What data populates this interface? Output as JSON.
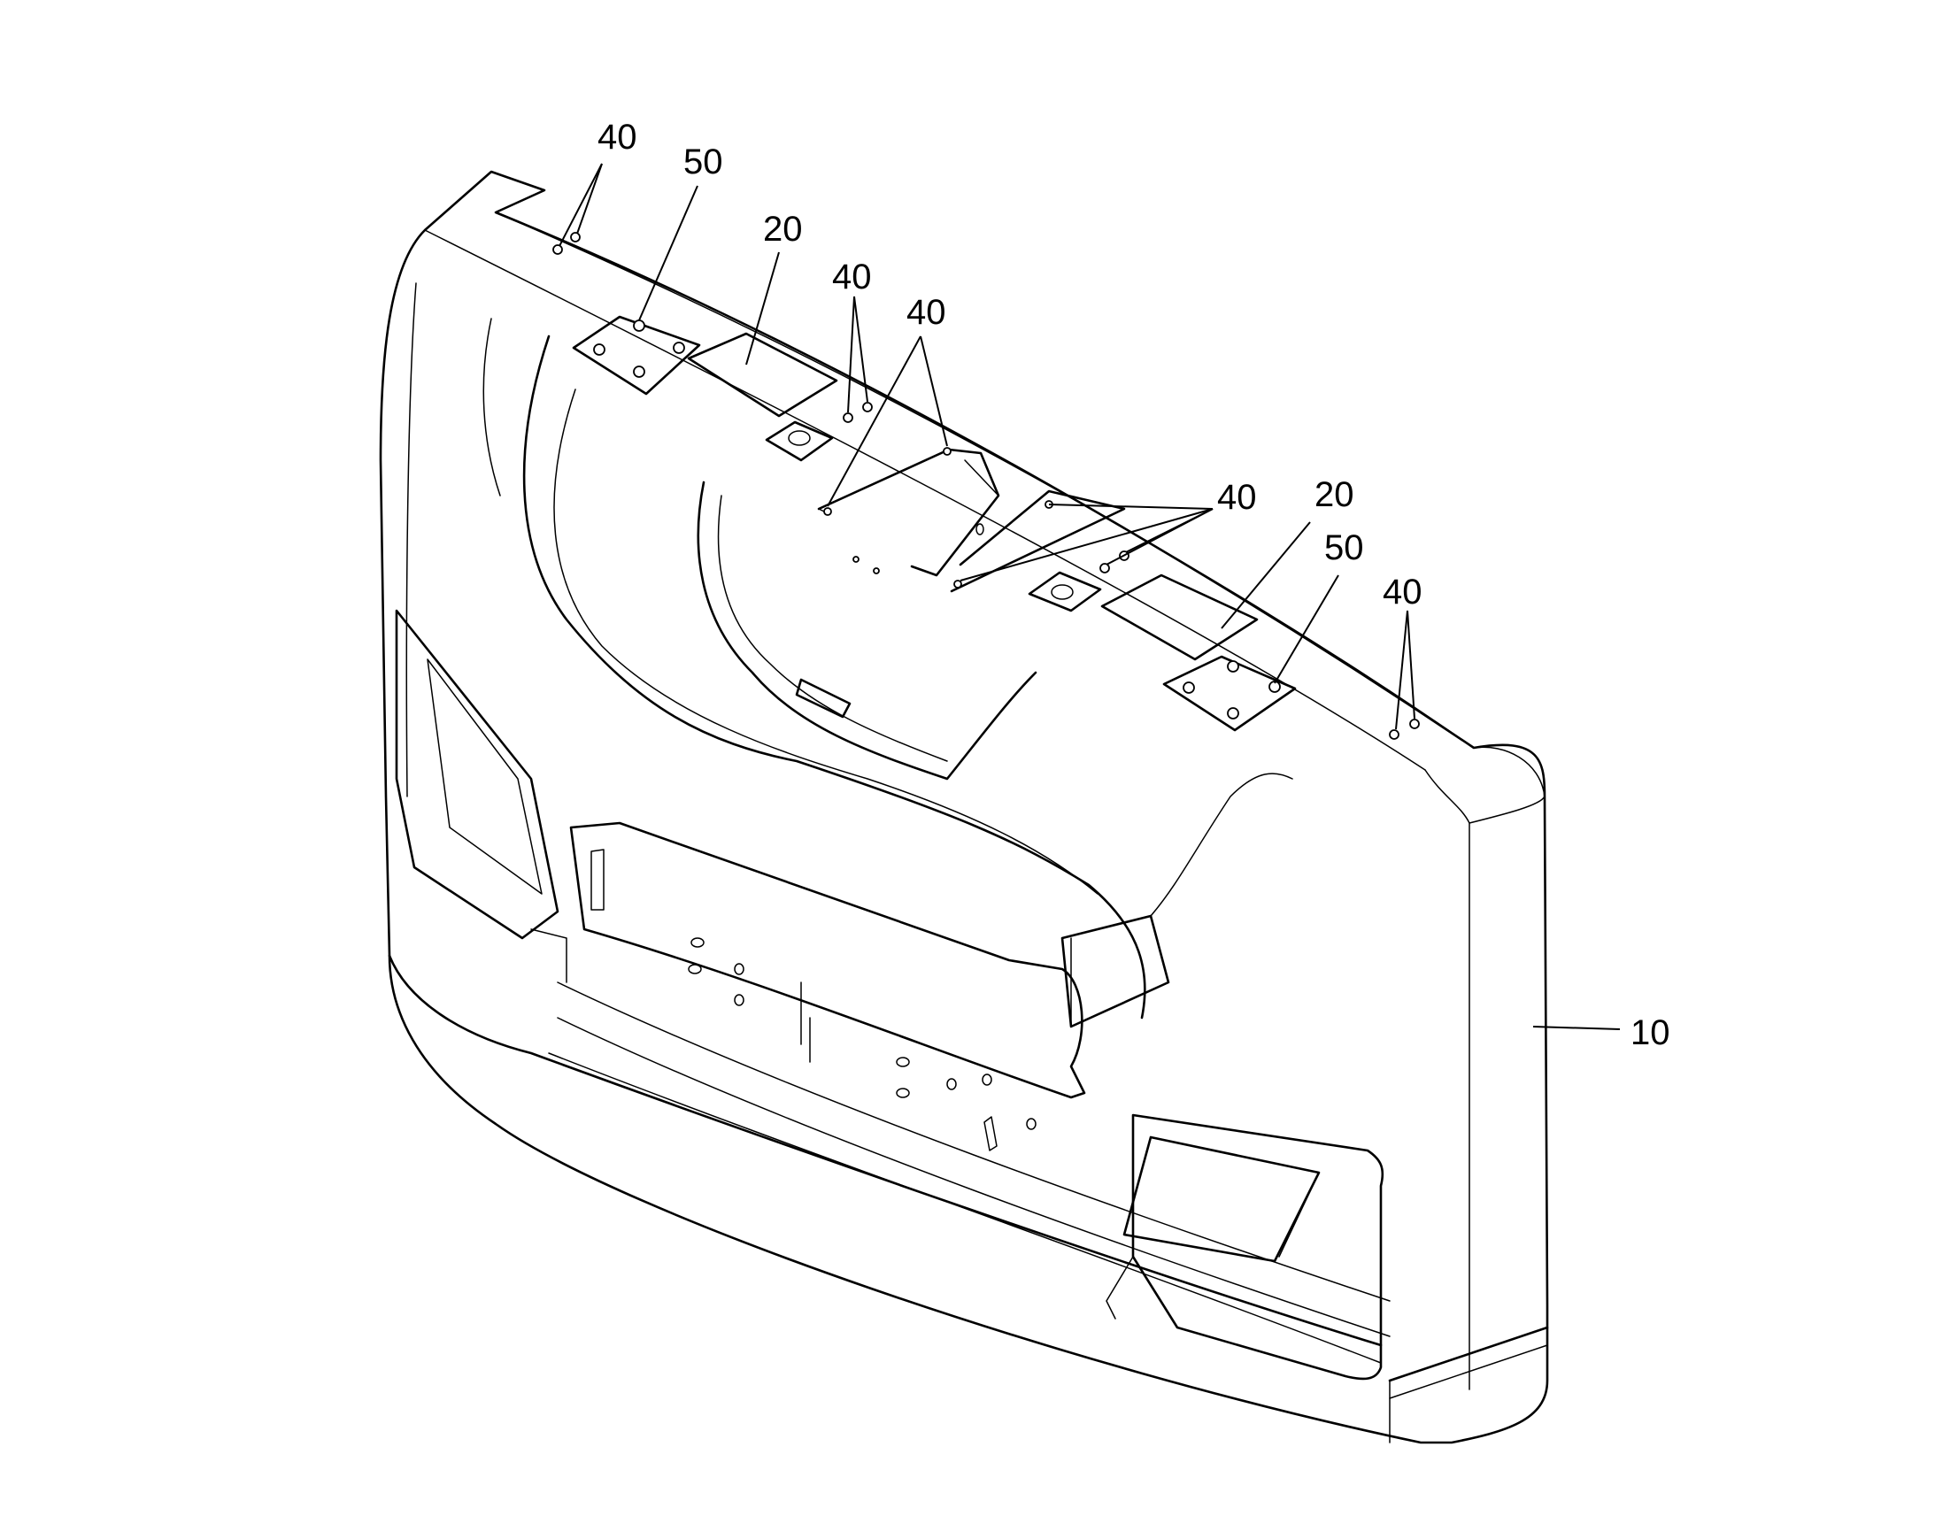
{
  "figure": {
    "reference_labels": {
      "body": "10",
      "pad_left": "20",
      "pad_right": "20",
      "holes_top_left": "40",
      "holes_center_left": "40",
      "holes_center_ramp": "40",
      "holes_center_right": "40",
      "holes_top_right": "40",
      "plate_left": "50",
      "plate_right": "50"
    }
  }
}
